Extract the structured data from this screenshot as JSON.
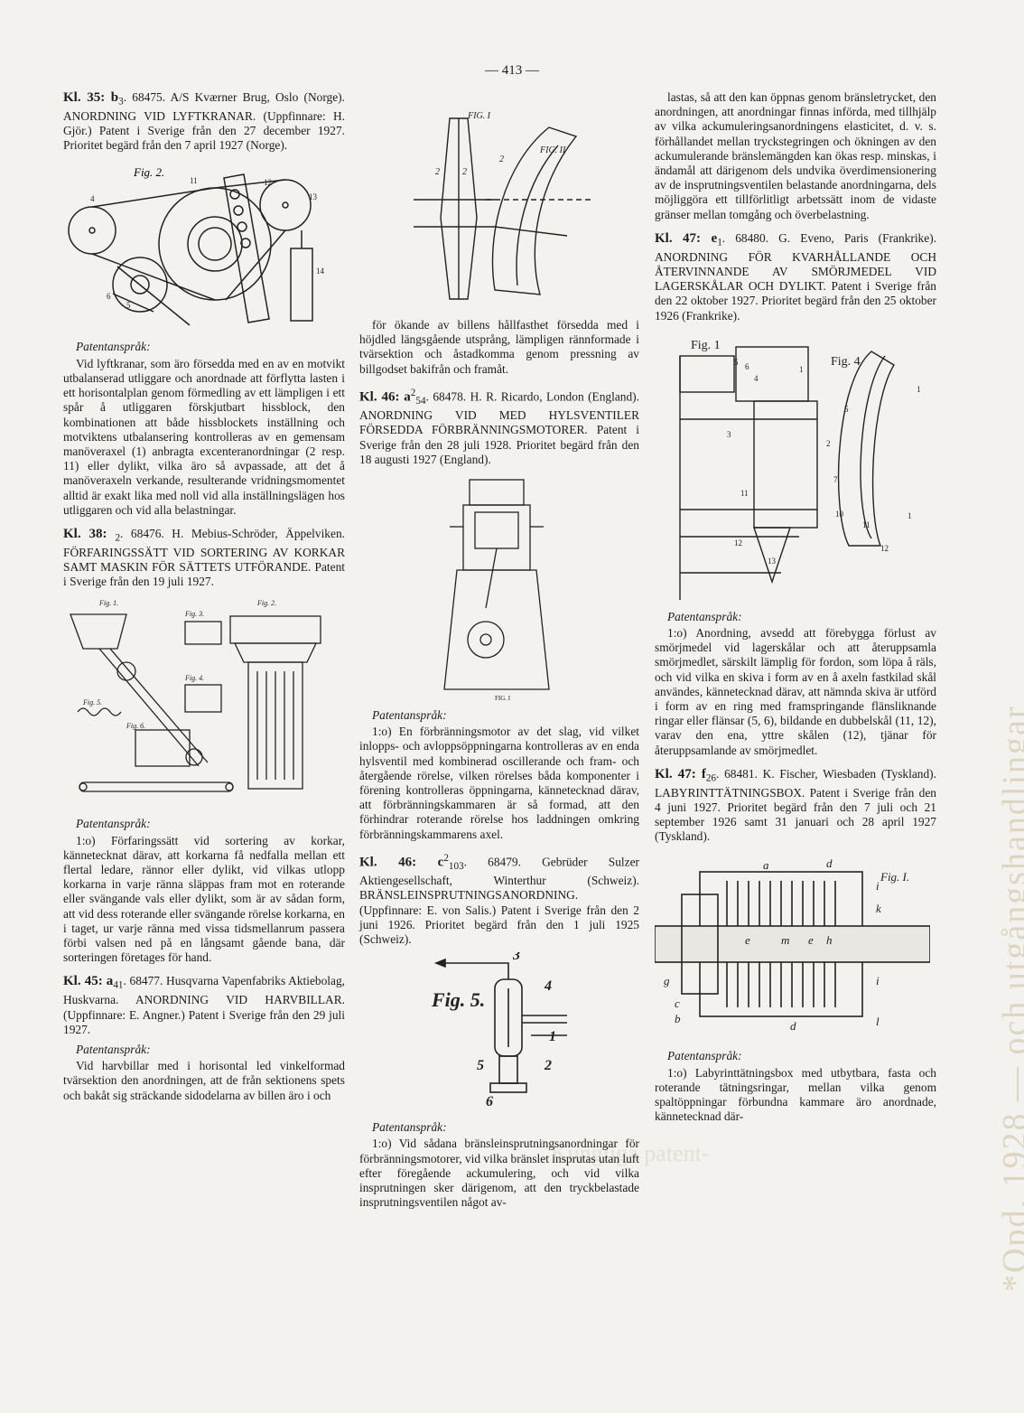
{
  "page_number": "— 413 —",
  "margin_stamp": "*Opd. 1928 — och utgångshandlingar",
  "ghost_text": "Kungliga patent-",
  "col1": {
    "e1_kl": "Kl. 35: b",
    "e1_sub": "3",
    "e1_rest": ". 68475. A/S Kværner Brug, Oslo (Norge). ANORDNING VID LYFTKRANAR. (Uppfinnare: H. Gjör.) Patent i Sverige från den 27 december 1927. Prioritet begärd från den 7 april 1927 (Norge).",
    "e1_fig": "Fig. 2.",
    "e1_pa": "Patentanspråk:",
    "e1_body": "Vid lyftkranar, som äro försedda med en av en motvikt utbalanserad utliggare och anordnade att förflytta lasten i ett horisontalplan genom förmedling av ett lämpligen i ett spår å utliggaren förskjutbart hissblock, den kombinationen att både hissblockets inställning och motviktens utbalansering kontrolleras av en gemensam manöveraxel (1) anbragta excenteranordningar (2 resp. 11) eller dylikt, vilka äro så avpassade, att det å manöveraxeln verkande, resulterande vridningsmomentet alltid är exakt lika med noll vid alla inställningslägen hos utliggaren och vid alla belastningar.",
    "e2_kl": "Kl. 38: ",
    "e2_sub": "2",
    "e2_rest": ". 68476. H. Mebius-Schröder, Äppelviken. FÖRFARINGSSÄTT VID SORTERING AV KORKAR SAMT MASKIN FÖR SÄTTETS UTFÖRANDE. Patent i Sverige från den 19 juli 1927.",
    "e2_pa": "Patentanspråk:",
    "e2_body": "1:o) Förfaringssätt vid sortering av korkar, kännetecknat därav, att korkarna få nedfalla mellan ett flertal ledare, rännor eller dylikt, vid vilkas utlopp korkarna in varje ränna släppas fram mot en roterande eller svängande vals eller dylikt, som är av sådan form, att vid dess roterande eller svängande rörelse korkarna, en i taget, ur varje ränna med vissa tidsmellanrum passera förbi valsen ned på en långsamt gående bana, där sorteringen företages för hand.",
    "e3_kl": "Kl. 45: a",
    "e3_sub": "41",
    "e3_rest": ". 68477. Husqvarna Vapenfabriks Aktiebolag, Huskvarna. ANORDNING VID HARVBILLAR. (Uppfinnare: E. Angner.) Patent i Sverige från den 29 juli 1927.",
    "e3_pa": "Patentanspråk:",
    "e3_body": "Vid harvbillar med i horisontal led vinkelformad tvärsektion den anordningen, att de från sektionens spets och bakåt sig sträckande sidodelarna av billen äro i och"
  },
  "col2": {
    "cont_body": "för ökande av billens hållfasthet försedda med i höjdled längsgående utsprång, lämpligen rännformade i tvärsektion och åstadkomma genom pressning av billgodset bakifrån och framåt.",
    "e4_kl": "Kl. 46: a",
    "e4_sub": "2",
    "e4_sub2": "54",
    "e4_rest": ". 68478. H. R. Ricardo, London (England). ANORDNING VID MED HYLSVENTILER FÖRSEDDA FÖRBRÄNNINGSMOTORER. Patent i Sverige från den 28 juli 1928. Prioritet begärd från den 18 augusti 1927 (England).",
    "e4_pa": "Patentanspråk:",
    "e4_body": "1:o) En förbränningsmotor av det slag, vid vilket inlopps- och avloppsöppningarna kontrolleras av en enda hylsventil med kombinerad oscillerande och fram- och återgående rörelse, vilken rörelses båda komponenter i förening kontrolleras öppningarna, kännetecknad därav, att förbränningskammaren är så formad, att den förhindrar roterande rörelse hos laddningen omkring förbränningskammarens axel.",
    "e5_kl": "Kl. 46: c",
    "e5_sub": "2",
    "e5_sub2": "103",
    "e5_rest": ". 68479. Gebrüder Sulzer Aktiengesellschaft, Winterthur (Schweiz). BRÄNSLEINSPRUTNINGSANORDNING. (Uppfinnare: E. von Salis.) Patent i Sverige från den 2 juni 1926. Prioritet begärd från den 1 juli 1925 (Schweiz).",
    "e5_fig": "Fig. 5.",
    "e5_pa": "Patentanspråk:",
    "e5_body": "1:o) Vid sådana bränsleinsprutningsanordningar för förbränningsmotorer, vid vilka bränslet insprutas utan luft efter föregående ackumulering, och vid vilka insprutningen sker därigenom, att den tryckbelastade insprutningsventilen något av-"
  },
  "col3": {
    "cont_body": "lastas, så att den kan öppnas genom bränsletrycket, den anordningen, att anordningar finnas införda, med tillhjälp av vilka ackumuleringsanordningens elasticitet, d. v. s. förhållandet mellan tryckstegringen och ökningen av den ackumulerande bränslemängden kan ökas resp. minskas, i ändamål att därigenom dels undvika överdimensionering av de insprutningsventilen belastande anordningarna, dels möjliggöra ett tillförlitligt arbetssätt inom de vidaste gränser mellan tomgång och överbelastning.",
    "e6_kl": "Kl. 47: e",
    "e6_sub": "1",
    "e6_rest": ". 68480. G. Eveno, Paris (Frankrike). ANORDNING FÖR KVARHÅLLANDE OCH ÅTERVINNANDE AV SMÖRJMEDEL VID LAGERSKÅLAR OCH DYLIKT. Patent i Sverige från den 22 oktober 1927. Prioritet begärd från den 25 oktober 1926 (Frankrike).",
    "e6_fig1": "Fig. 1",
    "e6_fig4": "Fig. 4",
    "e6_pa": "Patentanspråk:",
    "e6_body": "1:o) Anordning, avsedd att förebygga förlust av smörjmedel vid lagerskålar och att återuppsamla smörjmedlet, särskilt lämplig för fordon, som löpa å räls, och vid vilka en skiva i form av en å axeln fastkilad skål användes, kännetecknad därav, att nämnda skiva är utförd i form av en ring med framspringande flänsliknande ringar eller flänsar (5, 6), bildande en dubbelskål (11, 12), varav den ena, yttre skålen (12), tjänar för återuppsamlande av smörjmedlet.",
    "e7_kl": "Kl. 47: f",
    "e7_sub": "26",
    "e7_rest": ". 68481. K. Fischer, Wiesbaden (Tyskland). LABYRINTTÄTNINGSBOX. Patent i Sverige från den 4 juni 1927. Prioritet begärd från den 7 juli och 21 september 1926 samt 31 januari och 28 april 1927 (Tyskland).",
    "e7_fig": "Fig. I.",
    "e7_pa": "Patentanspråk:",
    "e7_body": "1:o) Labyrinttätningsbox med utbytbara, fasta och roterande tätningsringar, mellan vilka genom spaltöppningar förbundna kammare äro anordnade, kännetecknad där-"
  }
}
